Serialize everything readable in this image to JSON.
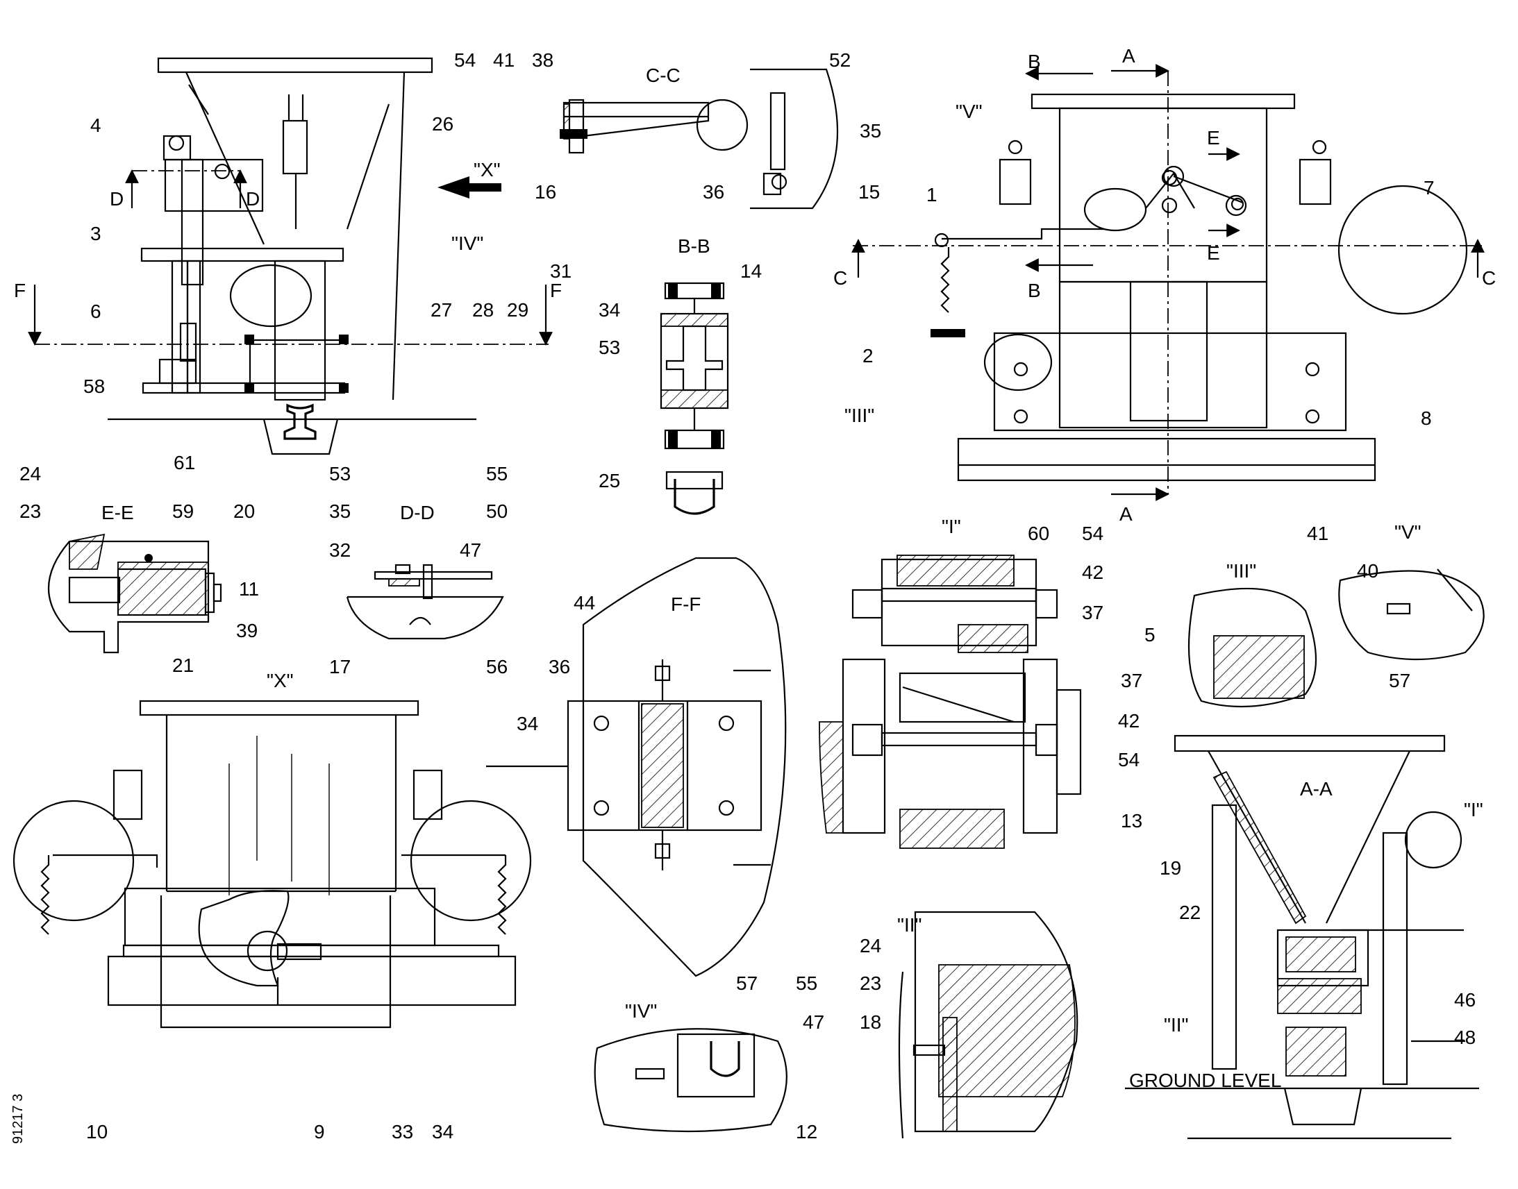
{
  "drawing": {
    "number": "91217 3",
    "views": {
      "cc": "C-C",
      "bb": "B-B",
      "ee": "E-E",
      "dd": "D-D",
      "ff": "F-F",
      "x": "\"X\"",
      "i": "\"I\"",
      "ii": "\"II\"",
      "iii": "\"III\"",
      "iv": "\"IV\"",
      "v": "\"V\"",
      "aa": "A-A"
    },
    "ground_level": "GROUND LEVEL",
    "labels": [
      "54",
      "41",
      "38",
      "52",
      "35",
      "16",
      "36",
      "15",
      "4",
      "26",
      "D",
      "D",
      "\"X\"",
      "3",
      "F",
      "F",
      "6",
      "27",
      "28",
      "29",
      "58",
      "61",
      "\"IV\"",
      "31",
      "14",
      "34",
      "53",
      "25",
      "B",
      "A",
      "\"V\"",
      "E",
      "E",
      "1",
      "7",
      "C",
      "C",
      "B",
      "2",
      "\"III\"",
      "8",
      "A",
      "24",
      "53",
      "55",
      "23",
      "59",
      "20",
      "11",
      "39",
      "21",
      "35",
      "50",
      "32",
      "47",
      "17",
      "56",
      "44",
      "36",
      "34",
      "60",
      "54",
      "42",
      "37",
      "5",
      "37",
      "42",
      "54",
      "13",
      "41",
      "40",
      "57",
      "10",
      "9",
      "33",
      "34",
      "57",
      "55",
      "47",
      "12",
      "24",
      "23",
      "18",
      "19",
      "22",
      "46",
      "48",
      "\"I\"",
      "\"II\""
    ]
  }
}
